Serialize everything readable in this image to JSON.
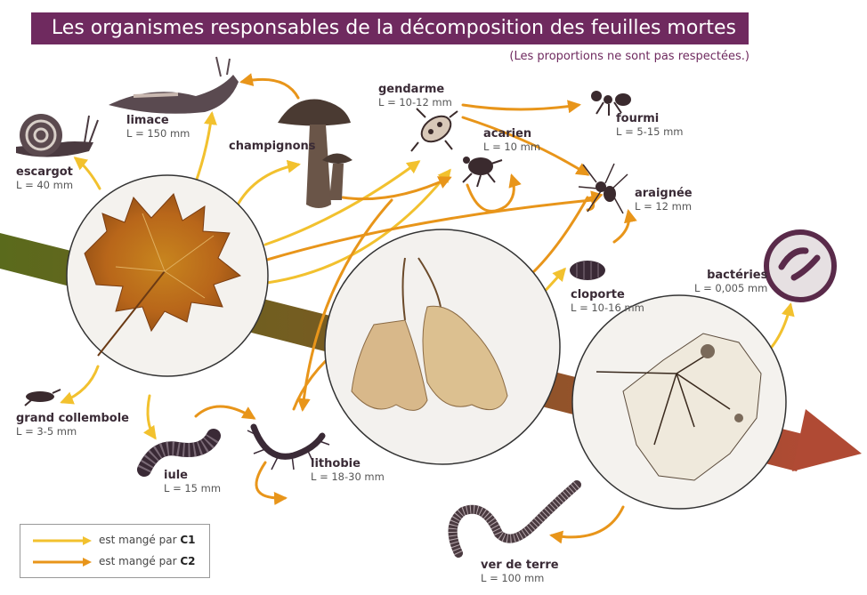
{
  "title": "Les organismes responsables de la décomposition des feuilles mortes",
  "subtitle": "(Les proportions ne sont pas respectées.)",
  "colors": {
    "banner": "#6f2a5f",
    "c1_arrow": "#f2c12e",
    "c2_arrow": "#e8951a",
    "band_start": "#5a6a1c",
    "band_end": "#b04a34"
  },
  "organisms": {
    "escargot": {
      "name": "escargot",
      "size": "L = 40 mm"
    },
    "limace": {
      "name": "limace",
      "size": "L = 150 mm"
    },
    "champignons": {
      "name": "champignons",
      "size": ""
    },
    "gendarme": {
      "name": "gendarme",
      "size": "L = 10-12 mm"
    },
    "acarien": {
      "name": "acarien",
      "size": "L = 10 mm"
    },
    "fourmi": {
      "name": "fourmi",
      "size": "L = 5-15 mm"
    },
    "araignee": {
      "name": "araignée",
      "size": "L = 12 mm"
    },
    "cloporte": {
      "name": "cloporte",
      "size": "L = 10-16 mm"
    },
    "bacteries": {
      "name": "bactéries",
      "size": "L = 0,005 mm"
    },
    "collembole": {
      "name": "grand collembole",
      "size": "L = 3-5 mm"
    },
    "iule": {
      "name": "iule",
      "size": "L = 15 mm"
    },
    "lithobie": {
      "name": "lithobie",
      "size": "L = 18-30 mm"
    },
    "ver": {
      "name": "ver de terre",
      "size": "L = 100 mm"
    }
  },
  "legend": {
    "c1_text": "est mangé par",
    "c1_code": "C1",
    "c2_text": "est mangé par",
    "c2_code": "C2"
  }
}
